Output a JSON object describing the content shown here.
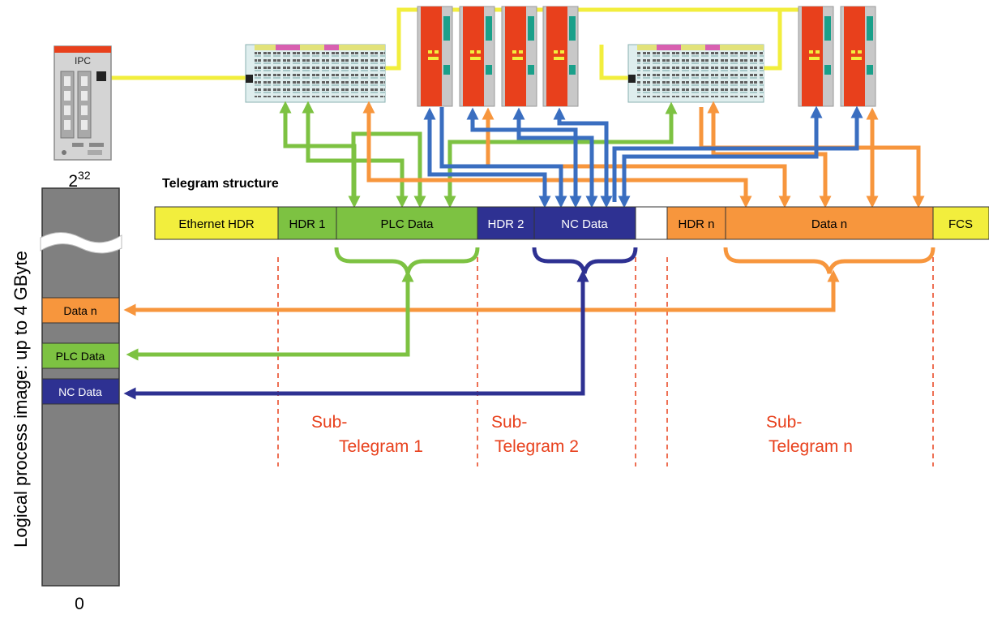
{
  "ipc": {
    "label": "IPC"
  },
  "process_image": {
    "top_label_base": "2",
    "top_label_exp": "32",
    "bottom_label": "0",
    "side_label": "Logical process image: up to 4 GByte",
    "entries": [
      {
        "label": "Data n",
        "color": "#f7963d"
      },
      {
        "label": "PLC Data",
        "color": "#7dc242"
      },
      {
        "label": "NC Data",
        "color": "#2e3192"
      }
    ]
  },
  "telegram": {
    "title": "Telegram structure",
    "segments": [
      {
        "label": "Ethernet HDR",
        "color": "#f2ee3d",
        "text_color": "#000000"
      },
      {
        "label": "HDR 1",
        "color": "#7dc242",
        "text_color": "#000000"
      },
      {
        "label": "PLC Data",
        "color": "#7dc242",
        "text_color": "#000000"
      },
      {
        "label": "HDR 2",
        "color": "#2e3192",
        "text_color": "#ffffff"
      },
      {
        "label": "NC Data",
        "color": "#2e3192",
        "text_color": "#ffffff"
      },
      {
        "label": "",
        "color": "#ffffff",
        "text_color": "#000000"
      },
      {
        "label": "HDR n",
        "color": "#f7963d",
        "text_color": "#000000"
      },
      {
        "label": "Data n",
        "color": "#f7963d",
        "text_color": "#000000"
      },
      {
        "label": "FCS",
        "color": "#f2ee3d",
        "text_color": "#000000"
      }
    ]
  },
  "sub_telegrams": [
    {
      "line1": "Sub-",
      "line2": "Telegram 1"
    },
    {
      "line1": "Sub-",
      "line2": "Telegram 2"
    },
    {
      "line1": "Sub-",
      "line2": "Telegram n"
    }
  ],
  "colors": {
    "plc": "#7dc242",
    "nc": "#2e3192",
    "nc_arrow": "#3a6ec0",
    "data_n": "#f7963d",
    "ethernet": "#f2ee3d",
    "drive": "#e8401c",
    "sub_label": "#e8401c",
    "memory": "#808080"
  }
}
